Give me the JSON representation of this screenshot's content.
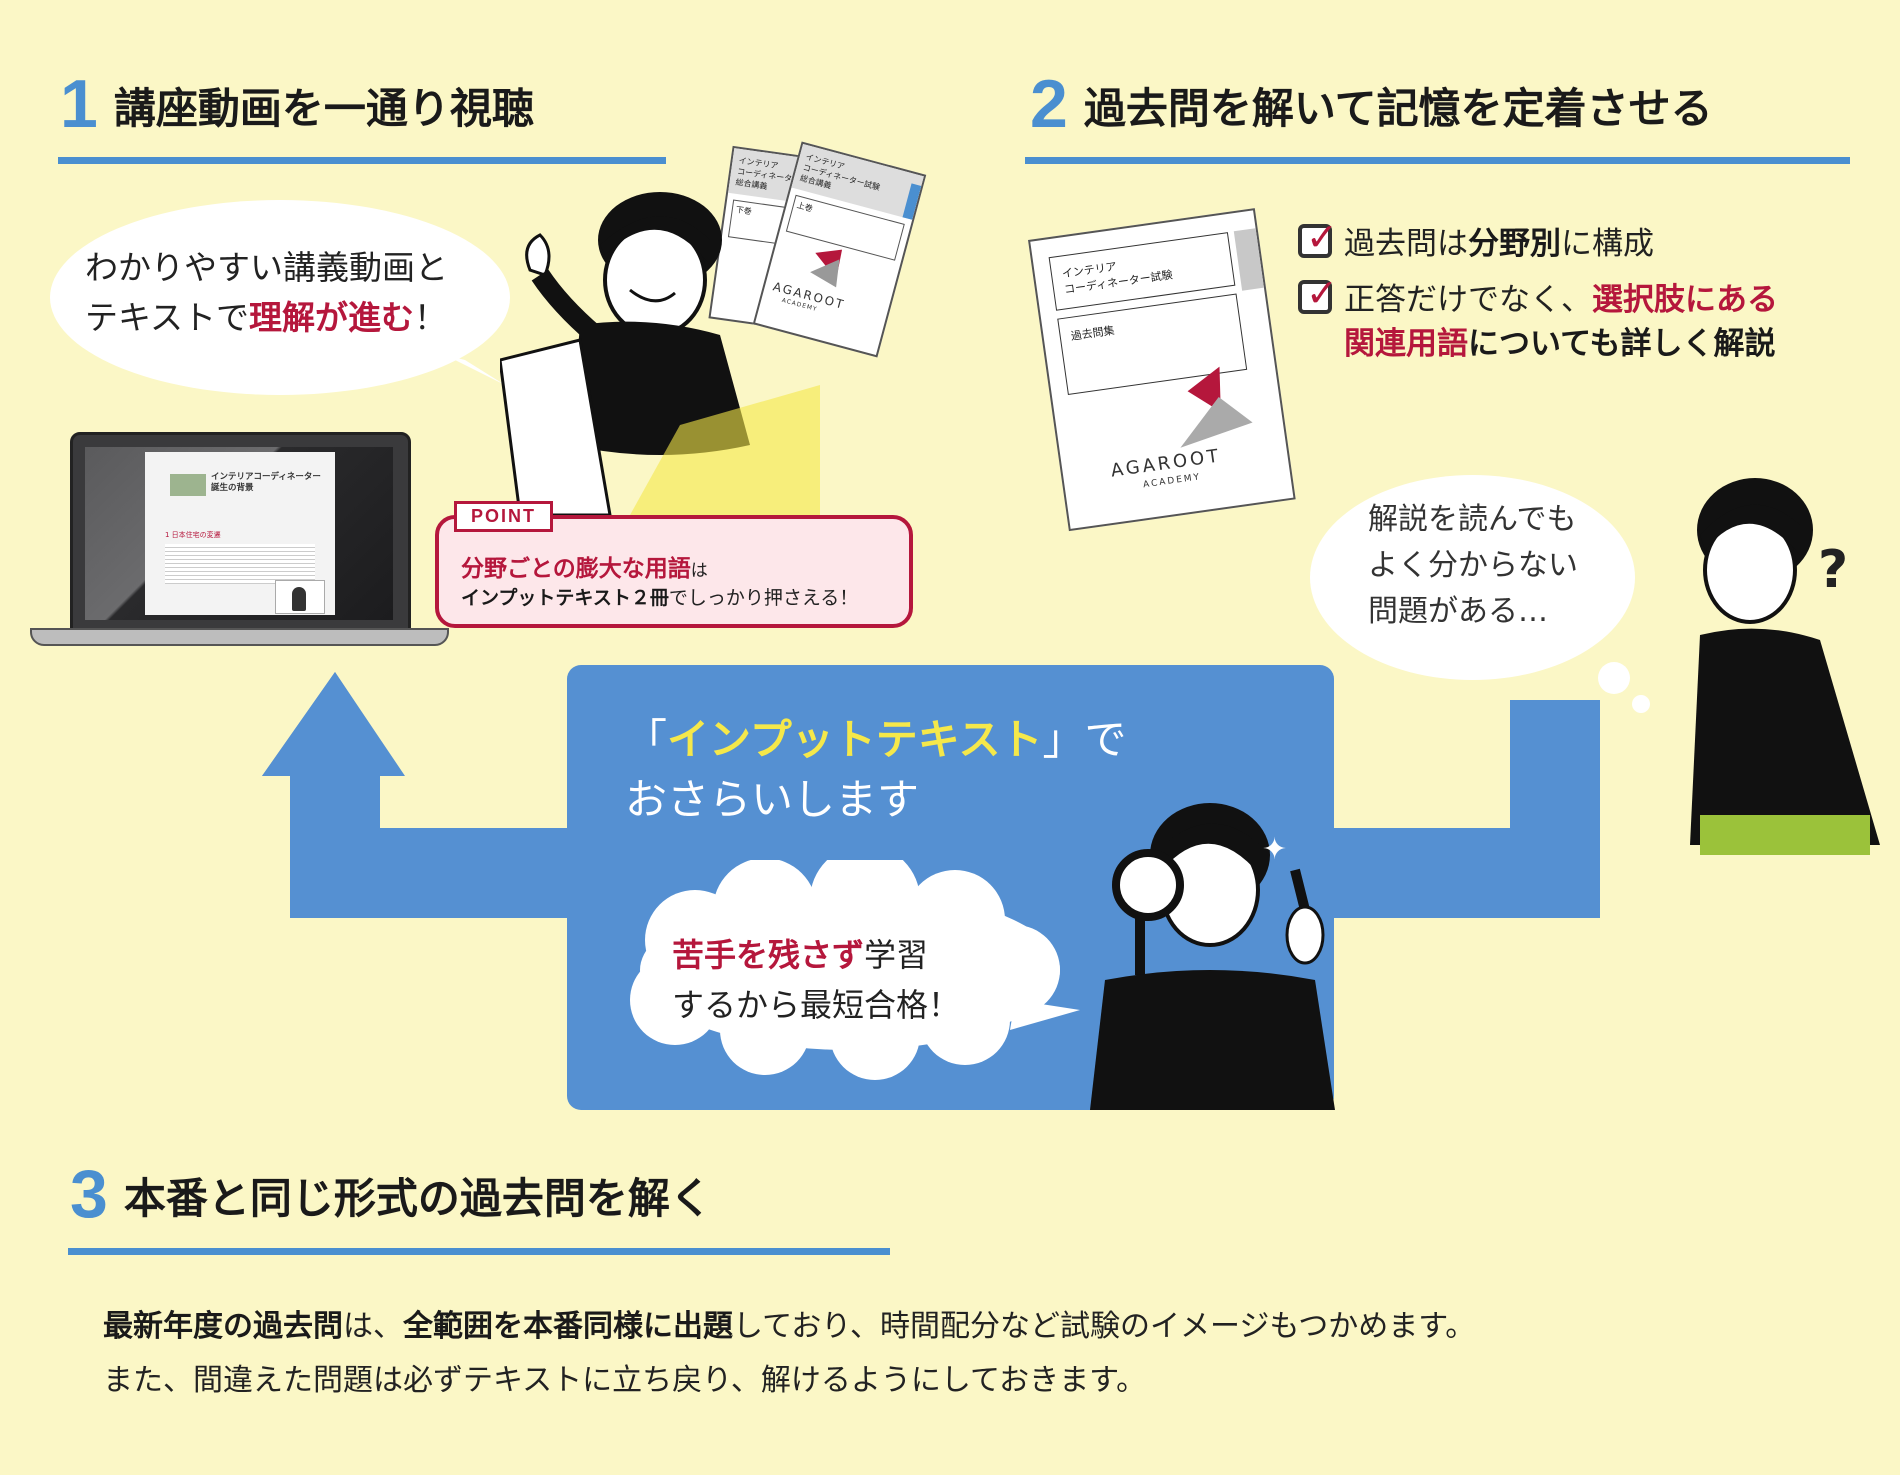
{
  "step1": {
    "number": "1",
    "title": "講座動画を一通り視聴",
    "bubble_line1": "わかりやすい講義動画と",
    "bubble_line2_pre": "テキストで",
    "bubble_line2_em": "理解が進む",
    "bubble_line2_post": "！",
    "point_tag": "POINT",
    "point_line1_em": "分野ごとの膨大な用語",
    "point_line1_post": "は",
    "point_line2_bold": "インプットテキスト２冊",
    "point_line2_post": "でしっかり押さえる！",
    "screen_title": "インテリアコーディネーター\n誕生の背景",
    "screen_heading": "1 日本住宅の変遷",
    "booklet1_title": "インテリア\nコーディネーター\n総合講義",
    "booklet1_vol": "下巻",
    "booklet2_title": "インテリア\nコーディネーター試験\n総合講義",
    "booklet2_vol": "上巻",
    "booklet_brand": "AGAROOT",
    "booklet_sub": "ACADEMY"
  },
  "step2": {
    "number": "2",
    "title": "過去問を解いて記憶を定着させる",
    "check1_pre": "過去問は",
    "check1_em": "分野別",
    "check1_post": "に構成",
    "check2_pre": "正答だけでなく、",
    "check2_em1": "選択肢にある",
    "check2_em2": "関連用語",
    "check2_post": "についても詳しく解説",
    "book_title": "インテリア\nコーディネーター試験",
    "book_label": "過去問集",
    "book_brand": "AGAROOT",
    "book_sub": "ACADEMY",
    "thought_line1": "解説を読んでも",
    "thought_line2": "よく分からない",
    "thought_line3": "問題がある…",
    "question_mark": "?"
  },
  "center": {
    "line1_open": "「",
    "line1_em": "インプットテキスト",
    "line1_close": "」で",
    "line2": "おさらいします",
    "cloud_em": "苦手を残さず",
    "cloud_post": "学習",
    "cloud_line2": "するから最短合格！"
  },
  "step3": {
    "number": "3",
    "title": "本番と同じ形式の過去問を解く",
    "body1_b1": "最新年度の過去問",
    "body1_t1": "は、",
    "body1_b2": "全範囲を本番同様に出題",
    "body1_t2": "しており、時間配分など試験のイメージもつかめます。",
    "body2": "また、間違えた問題は必ずテキストに立ち戻り、解けるようにしておきます。"
  },
  "colors": {
    "background": "#fbf7c6",
    "accent_blue": "#4a8fd0",
    "emphasis_red": "#b5173c",
    "highlight_yellow": "#f5e84a"
  }
}
